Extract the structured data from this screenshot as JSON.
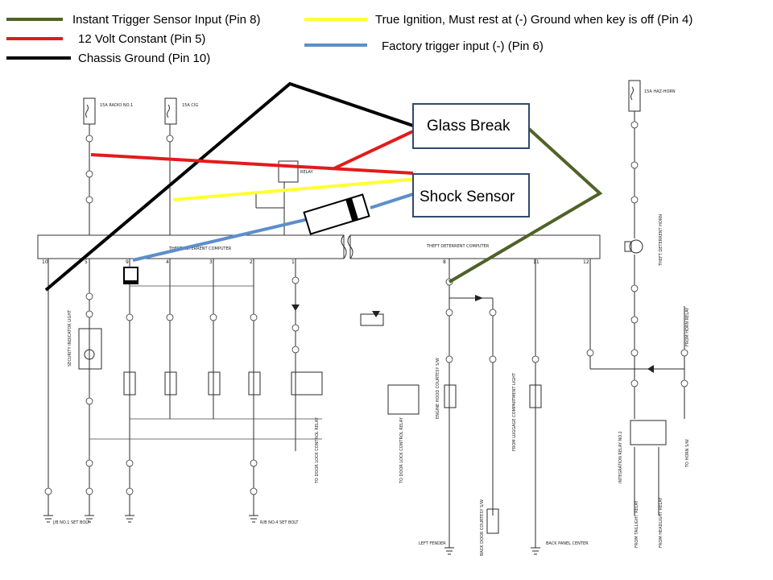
{
  "legend": [
    {
      "label": "Instant Trigger Sensor Input (Pin 8)",
      "color": "#4f6228"
    },
    {
      "label": "12 Volt Constant (Pin 5)",
      "color": "#e31b1b"
    },
    {
      "label": "Chassis Ground (Pin 10)",
      "color": "#000000"
    },
    {
      "label": "True Ignition, Must rest at (-) Ground when key is off (Pin 4)",
      "color": "#ffff33"
    },
    {
      "label": "Factory trigger input (-) (Pin 6)",
      "color": "#5b8fc9"
    }
  ],
  "callouts": {
    "glass_break": "Glass Break",
    "shock_sensor": "Shock Sensor",
    "box_border_color": "#2e4a6e"
  },
  "schematic": {
    "computer_label_left": "THEFT DETERRENT COMPUTER",
    "computer_label_right": "THEFT DETERRENT COMPUTER",
    "fuse_left_1": "15A RADIO NO.1",
    "fuse_left_2": "15A CIG",
    "fuse_right": "15A HAZ-HORN",
    "relay_label": "RELAY",
    "horn_label": "THEFT DETERRENT HORN",
    "ground_1": "J/B NO.1 SET BOLT",
    "ground_2": "R/B NO.4 SET BOLT",
    "ground_3": "LEFT FENDER",
    "ground_4": "BACK PANEL CENTER",
    "security_light": "SECURITY INDICATOR LIGHT",
    "door_lock_relay_1": "TO DOOR LOCK CONTROL RELAY",
    "door_lock_relay_2": "TO DOOR LOCK CONTROL RELAY",
    "hood_switch": "ENGINE HOOD COURTESY S/W",
    "back_door_switch": "BACK DOOR COURTESY S/W",
    "luggage_light": "FROM LUGGAGE COMPARTMENT LIGHT",
    "taillight": "FROM TAILLIGHT RELAY",
    "headlight": "FROM HEADLIGHT RELAY",
    "horn_relay": "FROM HORN RELAY",
    "horn_sw": "TO HORN S/W",
    "integration_relay": "INTEGRATION RELAY NO.2"
  }
}
